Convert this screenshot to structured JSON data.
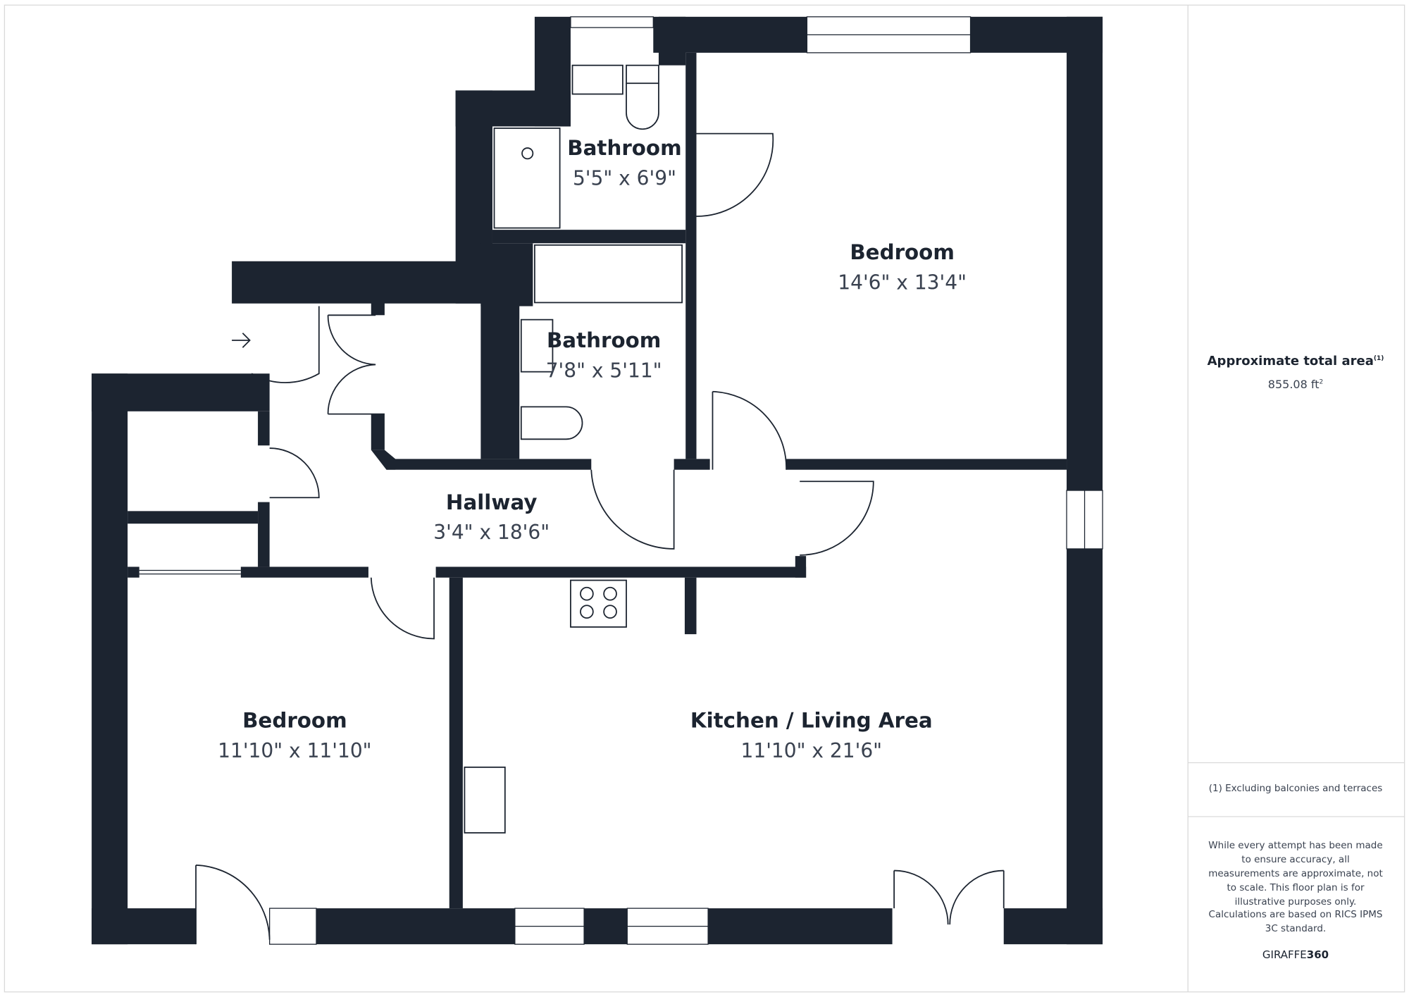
{
  "colors": {
    "wall": "#1c2430",
    "text": "#3a4250",
    "border": "#d9d9d9"
  },
  "rooms": [
    {
      "name": "Bathroom",
      "dims": "5'5\" x 6'9\""
    },
    {
      "name": "Bedroom",
      "dims": "14'6\" x 13'4\""
    },
    {
      "name": "Bathroom",
      "dims": "7'8\" x 5'11\""
    },
    {
      "name": "Hallway",
      "dims": "3'4\" x 18'6\""
    },
    {
      "name": "Bedroom",
      "dims": "11'10\" x 11'10\""
    },
    {
      "name": "Kitchen / Living Area",
      "dims": "11'10\" x 21'6\""
    }
  ],
  "entrance_icon": "arrow-right-icon",
  "panel": {
    "area_title": "Approximate total area",
    "area_note_mark": "(1)",
    "area_value": "855.08 ft",
    "area_unit_sup": "2",
    "footnote": "(1) Excluding balconies and terraces",
    "disclaimer": "While every attempt has been made to ensure accuracy, all measurements are approximate, not to scale. This floor plan is for illustrative purposes only.",
    "calculations": "Calculations are based on RICS IPMS 3C standard.",
    "brand_light": "GIRAFFE",
    "brand_bold": "360"
  }
}
